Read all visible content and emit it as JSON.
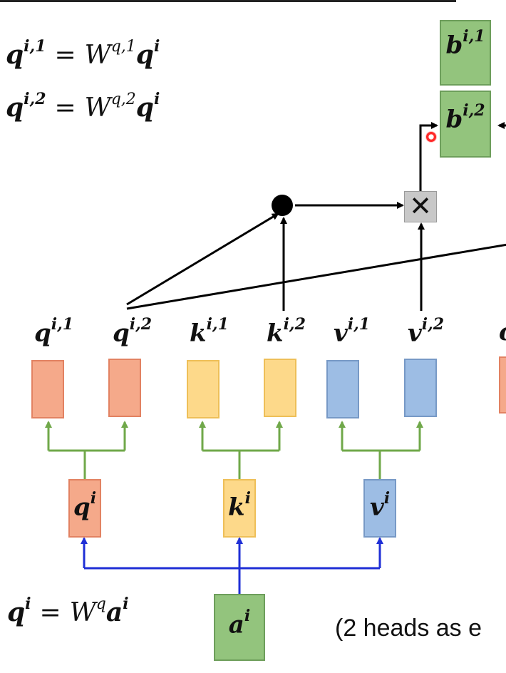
{
  "equations": {
    "q_i1": {
      "lhs": "q",
      "lhs_sup": "i,1",
      "op": "=",
      "w": "W",
      "w_sup": "q,1",
      "rhs": "q",
      "rhs_sup": "i"
    },
    "q_i2": {
      "lhs": "q",
      "lhs_sup": "i,2",
      "op": "=",
      "w": "W",
      "w_sup": "q,2",
      "rhs": "q",
      "rhs_sup": "i"
    },
    "q_i": {
      "lhs": "q",
      "lhs_sup": "i",
      "op": "=",
      "w": "W",
      "w_sup": "q",
      "rhs": "a",
      "rhs_sup": "i"
    }
  },
  "head_labels": [
    {
      "base": "q",
      "sup": "i,1"
    },
    {
      "base": "q",
      "sup": "i,2"
    },
    {
      "base": "k",
      "sup": "i,1"
    },
    {
      "base": "k",
      "sup": "i,2"
    },
    {
      "base": "v",
      "sup": "i,1"
    },
    {
      "base": "v",
      "sup": "i,2"
    }
  ],
  "mid_boxes": [
    {
      "base": "q",
      "sup": "i"
    },
    {
      "base": "k",
      "sup": "i"
    },
    {
      "base": "v",
      "sup": "i"
    }
  ],
  "input_box": {
    "base": "a",
    "sup": "i"
  },
  "outputs": [
    {
      "base": "b",
      "sup": "i,1"
    },
    {
      "base": "b",
      "sup": "i,2"
    }
  ],
  "multiply_symbol": "✕",
  "caption": "(2 heads as e",
  "colors": {
    "query": "#f5a98a",
    "key": "#fdd98a",
    "value": "#9dbde4",
    "output": "#93c47d",
    "green_line": "#70a84a",
    "blue_line": "#1f2fd6"
  }
}
